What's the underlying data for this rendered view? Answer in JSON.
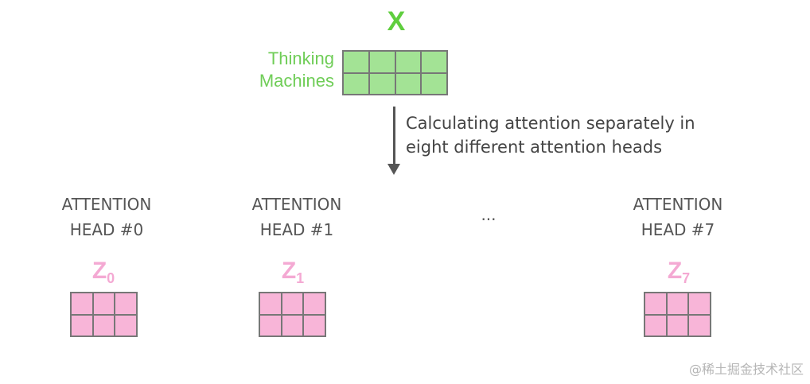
{
  "input": {
    "title": "X",
    "words": [
      "Thinking",
      "Machines"
    ]
  },
  "arrow": {
    "caption_line1": "Calculating attention separately in",
    "caption_line2": "eight different attention heads"
  },
  "heads": [
    {
      "line1": "ATTENTION",
      "line2": "HEAD #0",
      "z": "Z",
      "sub": "0"
    },
    {
      "line1": "ATTENTION",
      "line2": "HEAD #1",
      "z": "Z",
      "sub": "1"
    },
    {
      "line1": "ATTENTION",
      "line2": "HEAD #7",
      "z": "Z",
      "sub": "7"
    }
  ],
  "ellipsis": "...",
  "watermark": "@稀土掘金技术社区",
  "colors": {
    "input_green": "#a3e395",
    "z_pink": "#f8b5d8"
  }
}
